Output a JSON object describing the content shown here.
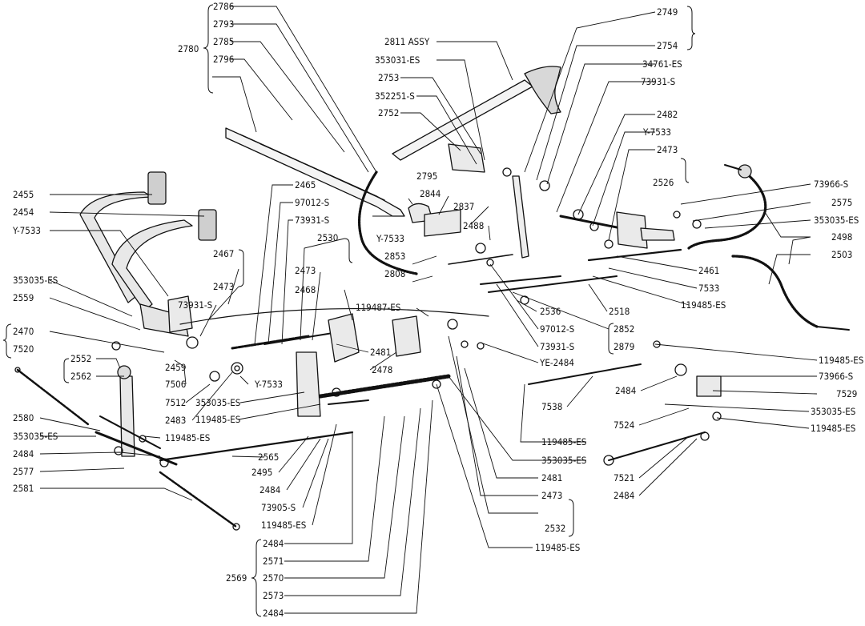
{
  "labels": {
    "l2786": "2786",
    "l2793": "2793",
    "l2785": "2785",
    "l2780": "2780",
    "l2796": "2796",
    "l2811": "2811 ASSY",
    "l353031": "353031-ES",
    "l2753": "2753",
    "l352251": "352251-S",
    "l2752": "2752",
    "l2749": "2749",
    "l2754": "2754",
    "l34761": "34761-ES",
    "l73931a": "73931-S",
    "l2482": "2482",
    "lY7533a": "Y-7533",
    "l2473a": "2473",
    "l2526": "2526",
    "l73966a": "73966-S",
    "l2575": "2575",
    "l353035a": "353035-ES",
    "l2498": "2498",
    "l2503": "2503",
    "l2455": "2455",
    "l2454": "2454",
    "lY7533b": "Y-7533",
    "l2465": "2465",
    "l97012a": "97012-S",
    "l73931b": "73931-S",
    "l2530": "2530",
    "l2795": "2795",
    "l2844": "2844",
    "l2837": "2837",
    "l2488": "2488",
    "lY7533c": "Y-7533",
    "l2853": "2853",
    "l2808": "2808",
    "l2467": "2467",
    "l2473b": "2473",
    "l2473c": "2473",
    "l2468": "2468",
    "l119487": "119487-ES",
    "l2461": "2461",
    "l7533": "7533",
    "l119485a": "119485-ES",
    "l2518": "2518",
    "l2536": "2536",
    "l97012b": "97012-S",
    "l2852": "2852",
    "l2879": "2879",
    "l73931c": "73931-S",
    "lYE2484": "YE-2484",
    "l353035b": "353035-ES",
    "l2559": "2559",
    "l2470": "2470",
    "l7520": "7520",
    "l73931d": "73931-S",
    "l2481a": "2481",
    "l2478": "2478",
    "l2552": "2552",
    "l2562": "2562",
    "l2459": "2459",
    "l7506": "7506",
    "l7512": "7512",
    "l2483": "2483",
    "lY7533d": "Y-7533",
    "l353035c": "353035-ES",
    "l119485b": "119485-ES",
    "l119485c": "119485-ES",
    "l73966b": "73966-S",
    "l7529": "7529",
    "l353035d": "353035-ES",
    "l119485d": "119485-ES",
    "l2484a": "2484",
    "l7538": "7538",
    "l7524": "7524",
    "l7521": "7521",
    "l2484b": "2484",
    "l2580": "2580",
    "l353035e": "353035-ES",
    "l119485e": "119485-ES",
    "l2484c": "2484",
    "l2577": "2577",
    "l2581": "2581",
    "l2565": "2565",
    "l2495": "2495",
    "l2484d": "2484",
    "l73905": "73905-S",
    "l119485f": "119485-ES",
    "l119485g": "119485-ES",
    "l353035f": "353035-ES",
    "l2481b": "2481",
    "l2473d": "2473",
    "l2532": "2532",
    "l119485h": "119485-ES",
    "l2484e": "2484",
    "l2571": "2571",
    "l2570": "2570",
    "l2573": "2573",
    "l2484f": "2484",
    "l2569": "2569"
  },
  "colors": {
    "ink": "#111111",
    "paper": "#ffffff",
    "shade": "#cfcfcf"
  }
}
